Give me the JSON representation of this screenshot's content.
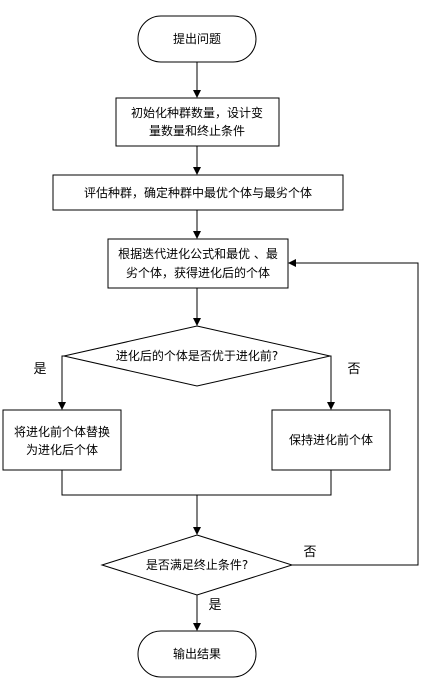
{
  "nodes": {
    "start": "提出问题",
    "init": [
      "初始化种群数量，设计变",
      "量数量和终止条件"
    ],
    "evaluate": "评估种群，确定种群中最优个体与最劣个体",
    "update": [
      "根据迭代进化公式和最优 、最",
      "劣个体，获得进化后的个体"
    ],
    "compare": "进化后的个体是否优于进化前?",
    "replace": [
      "将进化前个体替换",
      "为进化后个体"
    ],
    "keep": "保持进化前个体",
    "terminate": "是否满足终止条件?",
    "end": "输出结果"
  },
  "edge_labels": {
    "compare_yes": "是",
    "compare_no": "否",
    "terminate_no": "否",
    "terminate_yes": "是"
  }
}
